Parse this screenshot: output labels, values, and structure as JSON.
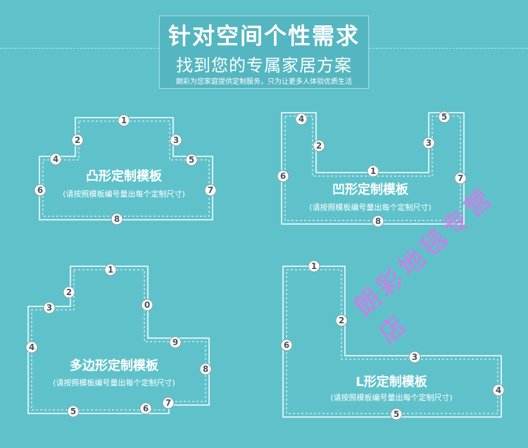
{
  "header": {
    "title": "针对空间个性需求",
    "subtitle": "找到您的专属家居方案",
    "tagline": "朗彩为您家庭提供定制服务，只为让更多人体验优质生活"
  },
  "templates": {
    "convex": {
      "title": "凸形定制模板",
      "subtitle": "(请按照模板编号量出每个定制尺寸)"
    },
    "concave": {
      "title": "凹形定制模板",
      "subtitle": "(请按照模板编号量出每个定制尺寸)"
    },
    "polygon": {
      "title": "多边形定制模板",
      "subtitle": "(请按照模板编号量出每个定制尺寸)"
    },
    "lshape": {
      "title": "L形定制模板",
      "subtitle": "(请按照模板编号量出每个定制尺寸)"
    }
  },
  "watermark": "朗彩地毯专营店"
}
